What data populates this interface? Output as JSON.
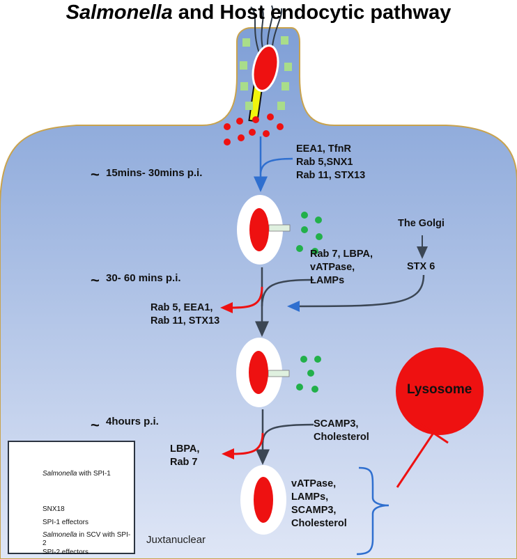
{
  "title": {
    "italic": "Salmonella",
    "rest": " and Host endocytic pathway"
  },
  "labels": {
    "entry_markers": "EEA1, TfnR\nRab 5,SNX1\nRab 11, STX13",
    "time1": "15mins- 30mins p.i.",
    "time2": "30- 60 mins p.i.",
    "time3": "4hours p.i.",
    "tilde": "~",
    "golgi": "The Golgi",
    "stx6": "STX 6",
    "late_markers": "Rab 7, LBPA,\nvATPase,\nLAMPs",
    "removed1": "Rab 5, EEA1,\nRab 11, STX13",
    "scamp_markers": "SCAMP3,\nCholesterol",
    "removed2": "LBPA,\nRab 7",
    "final_markers": "vATPase,\nLAMPs,\nSCAMP3,\nCholesterol",
    "lysosome": "Lysosome",
    "juxtanuclear": "Juxtanuclear"
  },
  "legend": {
    "salmonella_spi1": {
      "italic": "Salmonella",
      "rest": " with SPI-1"
    },
    "snx18": "SNX18",
    "spi1_effectors": "SPI-1 effectors",
    "salmonella_scv": {
      "italic": "Salmonella",
      "rest": " in SCV with SPI-2"
    },
    "spi2_effectors": "SPI-2 effectors"
  },
  "colors": {
    "cell_top": "#7f9fd6",
    "cell_bottom": "#dfe6f6",
    "bacterium": "#ee1111",
    "spi2": "#22b04a",
    "snx18": "#a9dd8a",
    "arrow_blue": "#2f6fcf",
    "arrow_dark": "#3b4654",
    "arrow_red": "#ee1111"
  }
}
